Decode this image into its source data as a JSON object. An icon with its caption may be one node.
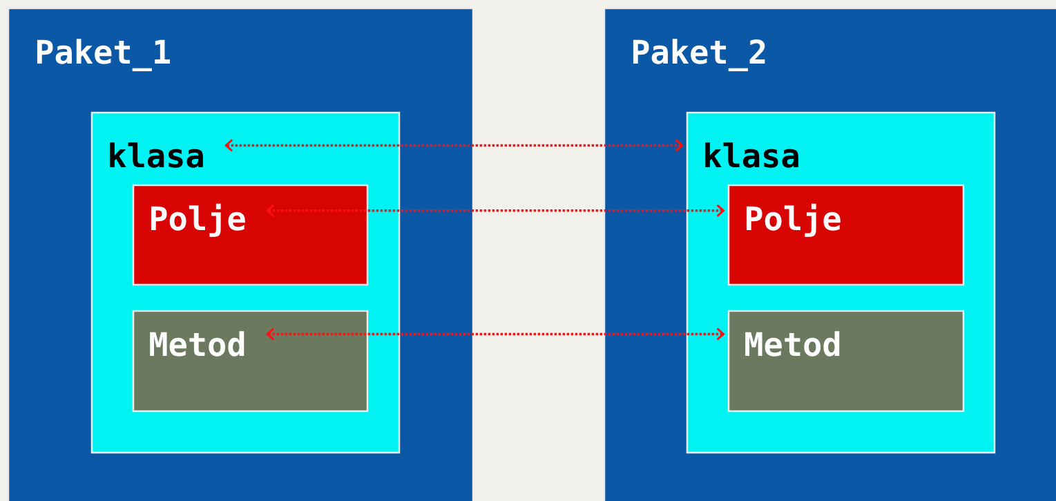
{
  "diagram": {
    "nodes": [
      {
        "text": [
          "Paket_1"
        ]
      },
      {
        "text": [
          "klasa"
        ],
        "in": 0
      },
      {
        "text": [
          "Polje"
        ],
        "in": 1
      },
      {
        "text": [
          "Metod"
        ],
        "in": 1
      },
      {
        "text": [
          "Paket_2"
        ]
      },
      {
        "text": [
          "klasa"
        ],
        "in": 4
      },
      {
        "text": [
          "Polje"
        ],
        "in": 5
      },
      {
        "text": [
          "Metod"
        ],
        "in": 5
      }
    ],
    "edges": [
      {
        "from": 1,
        "to": 5,
        "arrow": "both",
        "style": "dashed"
      },
      {
        "from": 2,
        "to": 6,
        "arrow": "both",
        "style": "dashed"
      },
      {
        "from": 3,
        "to": 7,
        "arrow": "both",
        "style": "dashed"
      }
    ]
  }
}
